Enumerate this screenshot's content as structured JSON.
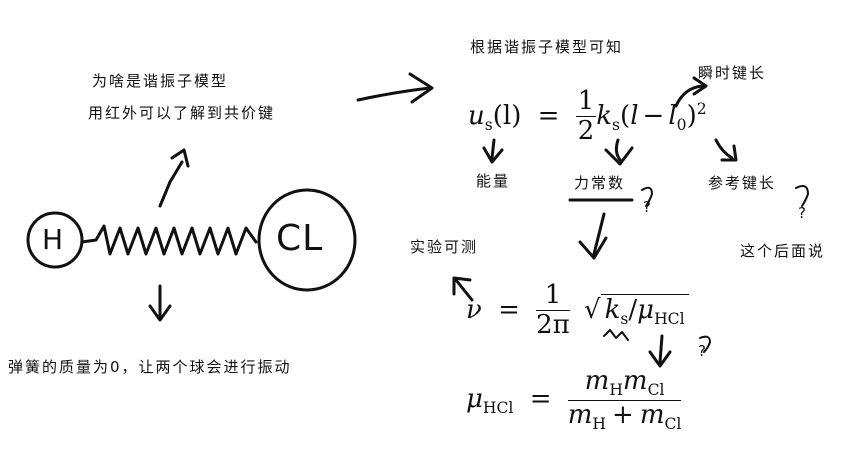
{
  "annotations": {
    "question_line1": "为啥是谐振子模型",
    "question_line2": "用红外可以了解到共价键",
    "spring_note": "弹簧的质量为0，让两个球会进行振动",
    "model_heading": "根据谐振子模型可知",
    "instant_length": "瞬时键长",
    "energy": "能量",
    "force_constant": "力常数",
    "reference_length": "参考键长",
    "experiment_measurable": "实验可测",
    "explain_later": "这个后面说",
    "question_mark": "?"
  },
  "atoms": {
    "left": "H",
    "right": "CL"
  },
  "formulas": {
    "potential": {
      "lhs": "u",
      "lhs_sub": "s",
      "arg": "(l)",
      "equals": "=",
      "num": "1",
      "den": "2",
      "k": "k",
      "k_sub": "s",
      "paren_open": "(",
      "l": "l",
      "minus": "−",
      "l0": "l",
      "l0_sub": "0",
      "paren_close": ")",
      "power": "2"
    },
    "frequency": {
      "nu": "ν",
      "equals": "=",
      "num": "1",
      "den": "2π",
      "k": "k",
      "k_sub": "s",
      "slash": "/",
      "mu": "μ",
      "mu_sub": "HCl"
    },
    "reduced_mass": {
      "mu": "μ",
      "mu_sub": "HCl",
      "equals": "=",
      "num_m1": "m",
      "num_m1_sub": "H",
      "num_m2": "m",
      "num_m2_sub": "Cl",
      "den_m1": "m",
      "den_m1_sub": "H",
      "plus": "+",
      "den_m2": "m",
      "den_m2_sub": "Cl"
    }
  }
}
